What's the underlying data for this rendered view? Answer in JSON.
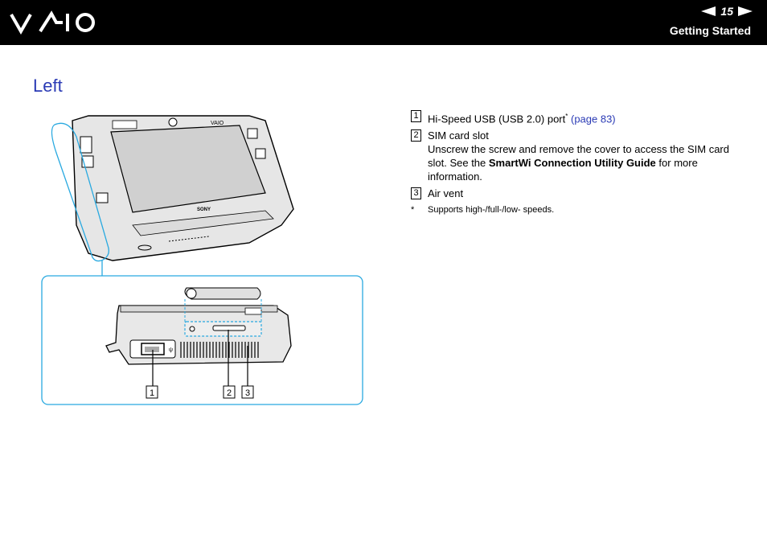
{
  "header": {
    "brand": "VAIO",
    "page_number": "15",
    "section": "Getting Started"
  },
  "title": "Left",
  "figure": {
    "device_brand": "SONY",
    "callouts": [
      "1",
      "2",
      "3"
    ]
  },
  "items": [
    {
      "num": "1",
      "text": "Hi-Speed USB (USB 2.0) port",
      "sup": "*",
      "link": "(page 83)"
    },
    {
      "num": "2",
      "text": "SIM card slot",
      "desc_pre": "Unscrew the screw and remove the cover to access the SIM card slot. See the ",
      "desc_bold": "SmartWi Connection Utility Guide",
      "desc_post": " for more information."
    },
    {
      "num": "3",
      "text": "Air vent"
    }
  ],
  "footnote": {
    "mark": "*",
    "text": "Supports high-/full-/low- speeds."
  },
  "colors": {
    "header_bg": "#000000",
    "accent": "#2b3bb5",
    "callout_line": "#29a9e0"
  }
}
